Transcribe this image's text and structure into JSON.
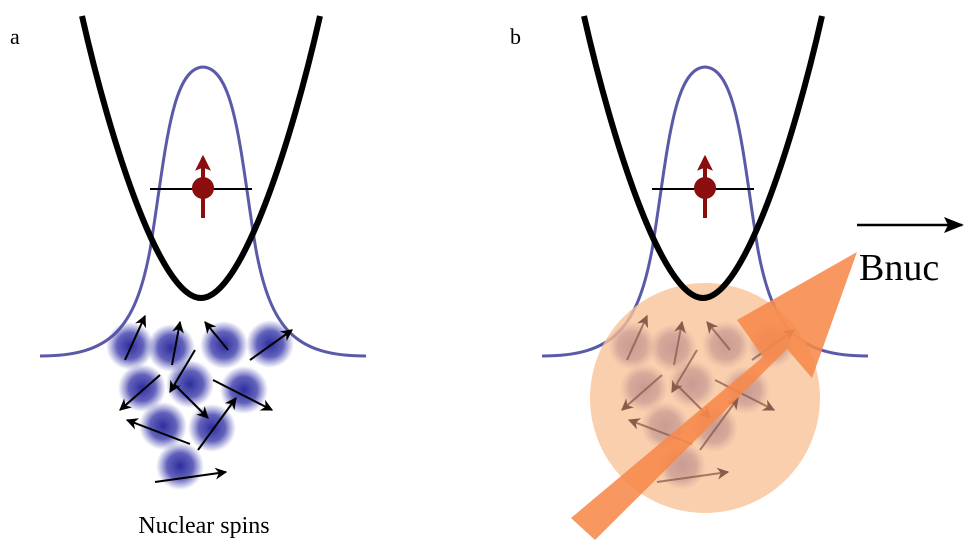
{
  "panels": [
    {
      "label": "a",
      "caption": "Nuclear spins"
    },
    {
      "label": "b",
      "field_label": "Bnuc"
    }
  ],
  "colors": {
    "confinement_potential": "#000000",
    "wavefunction": "#5a5aa8",
    "electron": "#8b0e0e",
    "nucleus": "#3a3aa8",
    "nuclear_arrow": "#000000",
    "field_glow": "#f8c39a",
    "field_arrow": "#f7894a"
  },
  "icons": {
    "electron_spin": "up-arrow-on-dot",
    "nuclear_spin": "blurred-disc-with-arrow"
  }
}
